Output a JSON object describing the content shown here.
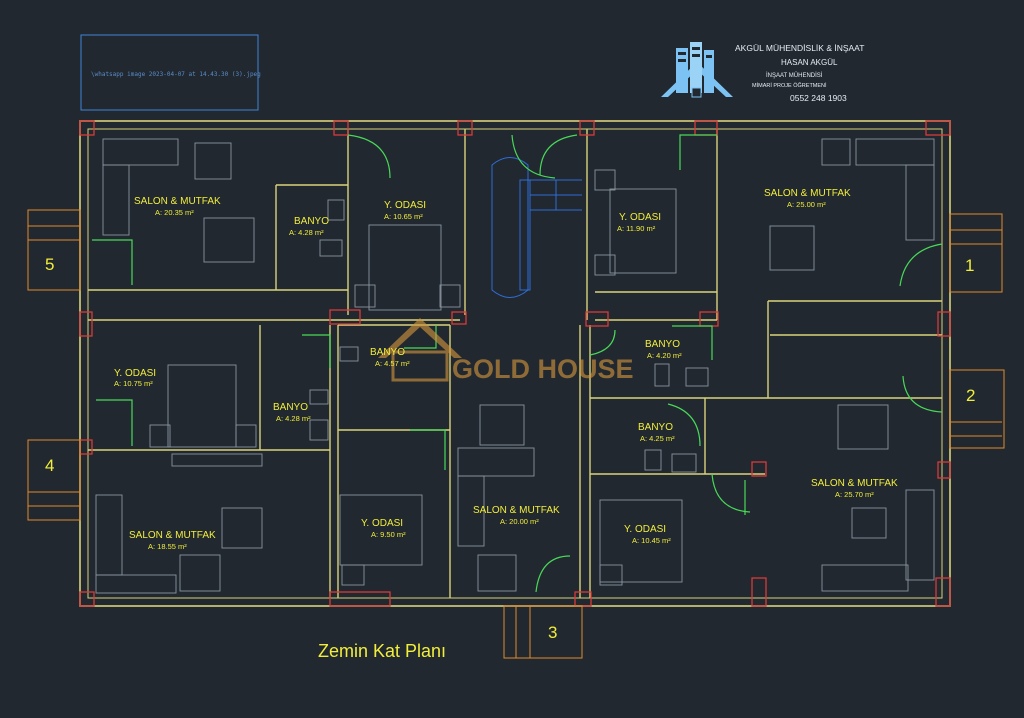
{
  "company": {
    "name": "AKGÜL MÜHENDİSLİK & İNŞAAT",
    "person": "HASAN AKGÜL",
    "title1": "İNŞAAT MÜHENDİSİ",
    "title2": "MİMARİ PROJE ÖĞRETMENİ",
    "phone": "0552 248 1903"
  },
  "reference_image_name": "\\whatsapp image 2023-04-07 at 14.43.30 (3).jpeg",
  "watermark": "GOLD HOUSE",
  "plan_title": "Zemin Kat Planı",
  "colors": {
    "background": "#212830",
    "walls": "#d9d27a",
    "text": "#f2ee3a",
    "columns": "#d63a3a",
    "doors": "#49d957",
    "stair": "#2f6dd6"
  },
  "units": [
    "1",
    "2",
    "3",
    "4",
    "5"
  ],
  "rooms": [
    {
      "id": "u5-salon",
      "name": "SALON & MUTFAK",
      "area": "A: 20.35 m²"
    },
    {
      "id": "u5-banyo",
      "name": "BANYO",
      "area": "A: 4.28 m²"
    },
    {
      "id": "u5-yodasi",
      "name": "Y. ODASI",
      "area": "A: 10.65 m²"
    },
    {
      "id": "u1-yodasi",
      "name": "Y. ODASI",
      "area": "A: 11.90 m²"
    },
    {
      "id": "u1-salon",
      "name": "SALON & MUTFAK",
      "area": "A: 25.00 m²"
    },
    {
      "id": "u4-yodasi",
      "name": "Y. ODASI",
      "area": "A: 10.75 m²"
    },
    {
      "id": "u4-banyo",
      "name": "BANYO",
      "area": "A: 4.28 m²"
    },
    {
      "id": "u3-banyo",
      "name": "BANYO",
      "area": "A: 4.57 m²"
    },
    {
      "id": "u1-banyo",
      "name": "BANYO",
      "area": "A: 4.20 m²"
    },
    {
      "id": "u2-banyo",
      "name": "BANYO",
      "area": "A: 4.25 m²"
    },
    {
      "id": "u4-salon",
      "name": "SALON & MUTFAK",
      "area": "A: 18.55 m²"
    },
    {
      "id": "u3-yodasi",
      "name": "Y. ODASI",
      "area": "A: 9.50 m²"
    },
    {
      "id": "u3-salon",
      "name": "SALON & MUTFAK",
      "area": "A: 20.00 m²"
    },
    {
      "id": "u2-yodasi",
      "name": "Y. ODASI",
      "area": "A: 10.45 m²"
    },
    {
      "id": "u2-salon",
      "name": "SALON & MUTFAK",
      "area": "A: 25.70 m²"
    }
  ]
}
